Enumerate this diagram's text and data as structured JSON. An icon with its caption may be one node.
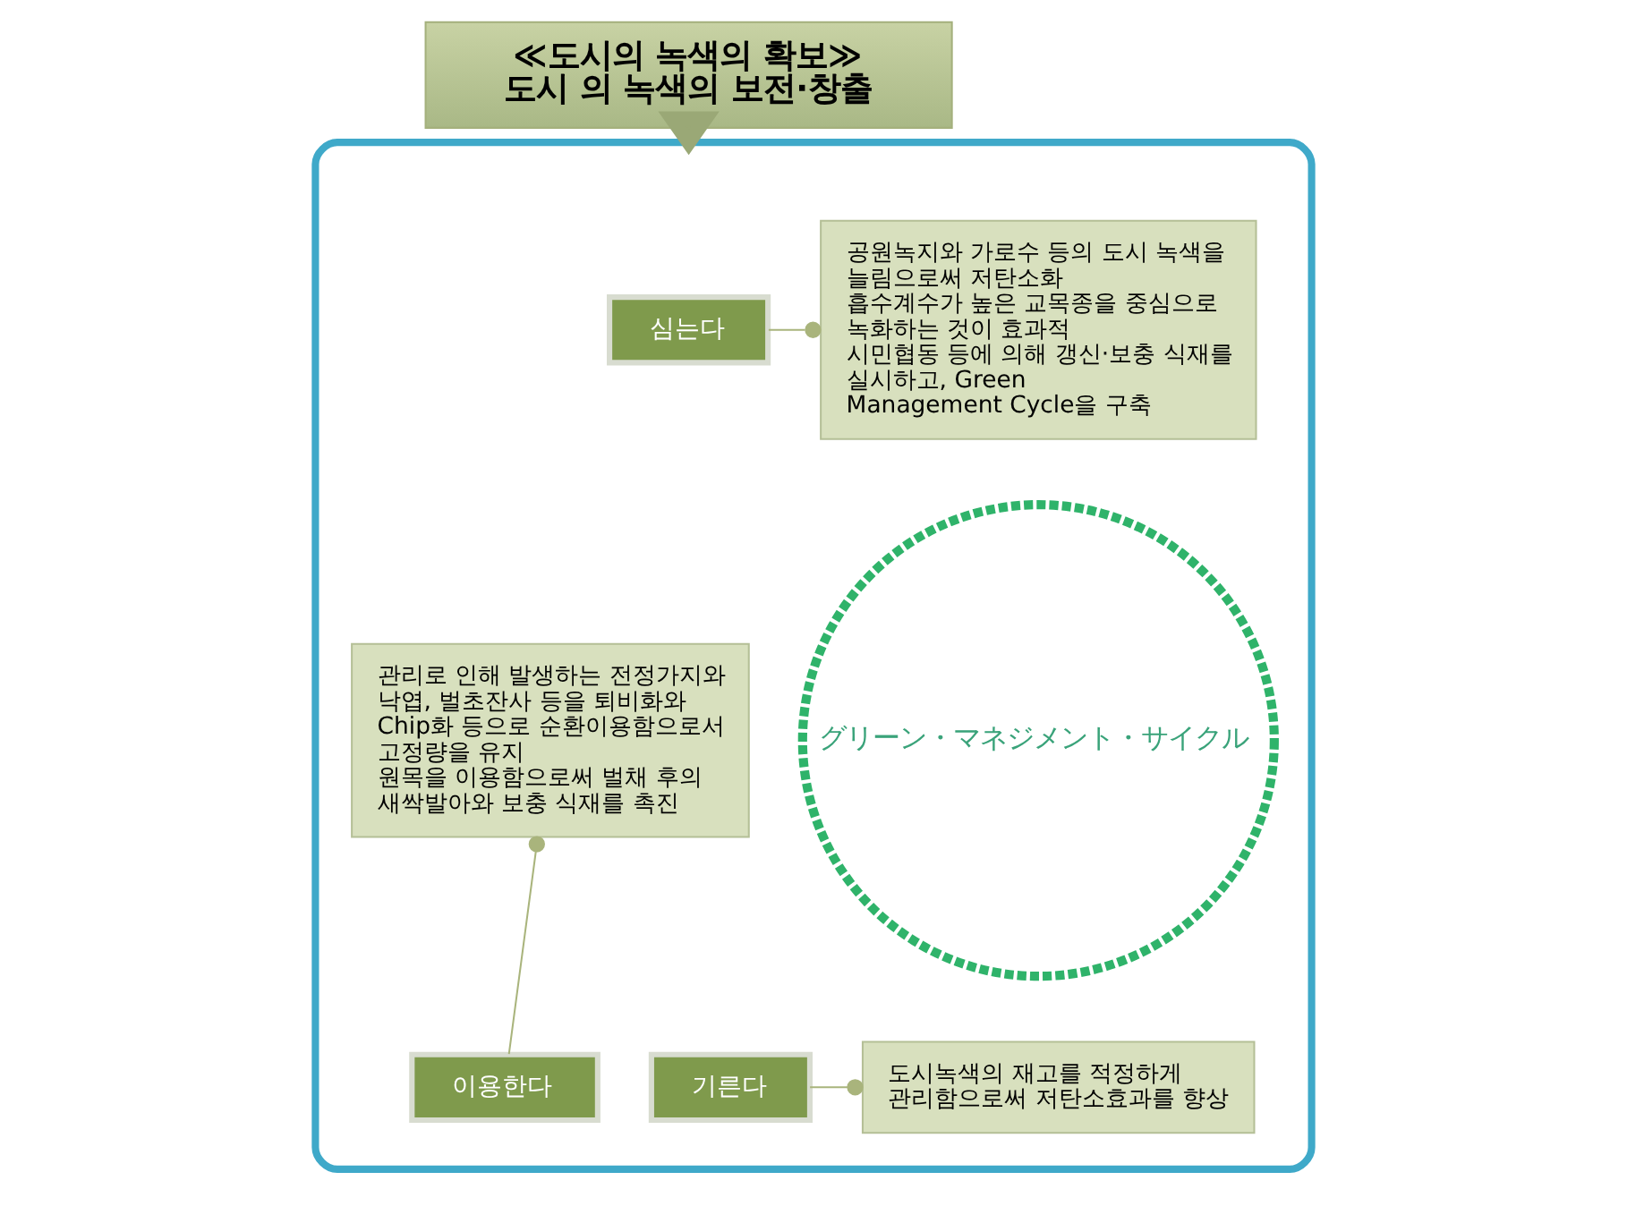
{
  "diagram": {
    "nodes": [
      {
        "text": [
          "≪도시의 녹색의 확보≫",
          "도시 의 녹색의 보전·창출"
        ]
      },
      {
        "text": [],
        "shape": "box"
      },
      {
        "text": [
          "グリーン・マネジメント・サイクル"
        ],
        "in": 1
      },
      {
        "text": [
          "심는다"
        ],
        "in": 1
      },
      {
        "text": [
          "공원녹지와 가로수 등의 도시 녹색을 늘림으로써 저탄소화",
          "흡수계수가 높은 교목종을 중심으로 녹화하는 것이 효과적",
          "시민협동 등에 의해 갱신·보충 식재를 실시하고, Green Management Cycle을 구축"
        ],
        "in": 1
      },
      {
        "text": [
          "관리로 인해 발생하는 전정가지와 낙엽, 벌초잔사 등을 퇴비화와 Chip화 등으로 순환이용함으로서 고정량을 유지",
          "원목을 이용함으로써 벌채 후의 새싹발아와 보충 식재를 촉진"
        ],
        "in": 1
      },
      {
        "text": [
          "이용한다"
        ],
        "in": 1
      },
      {
        "text": [
          "기른다"
        ],
        "in": 1
      },
      {
        "text": [
          "도시녹색의 재고를 적정하게 관리함으로써 저탄소효과를 향상"
        ],
        "in": 1
      }
    ],
    "edges": [
      {
        "from": 0,
        "to": 1,
        "arrow": "to",
        "style": "thick"
      },
      {
        "from": 3,
        "to": 4,
        "arrow": "other"
      },
      {
        "from": 6,
        "to": 5,
        "arrow": "other"
      },
      {
        "from": 7,
        "to": 8,
        "arrow": "other"
      }
    ]
  }
}
